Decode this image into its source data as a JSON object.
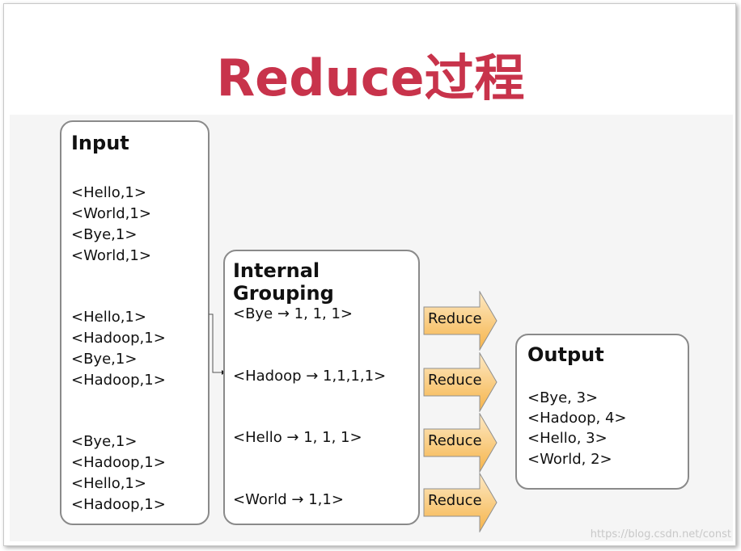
{
  "title": "Reduce过程",
  "input": {
    "heading": "Input",
    "groups": [
      [
        "<Hello,1>",
        "<World,1>",
        "<Bye,1>",
        "<World,1>"
      ],
      [
        "<Hello,1>",
        "<Hadoop,1>",
        "<Bye,1>",
        "<Hadoop,1>"
      ],
      [
        "<Bye,1>",
        "<Hadoop,1>",
        "<Hello,1>",
        "<Hadoop,1>"
      ]
    ]
  },
  "grouping": {
    "heading": "Internal Grouping",
    "items": [
      "<Bye → 1, 1, 1>",
      "<Hadoop → 1,1,1,1>",
      "<Hello → 1, 1, 1>",
      "<World → 1,1>"
    ]
  },
  "reduce": {
    "label": "Reduce",
    "fill_top": "#fde9c4",
    "fill_bottom": "#f6b44a",
    "stroke": "#8f8f8f"
  },
  "output": {
    "heading": "Output",
    "items": [
      "<Bye, 3>",
      "<Hadoop, 4>",
      "<Hello, 3>",
      "<World, 2>"
    ]
  },
  "colors": {
    "title": "#c8334b",
    "box_border": "#8a8a8a"
  },
  "watermark": "https://blog.csdn.net/const"
}
